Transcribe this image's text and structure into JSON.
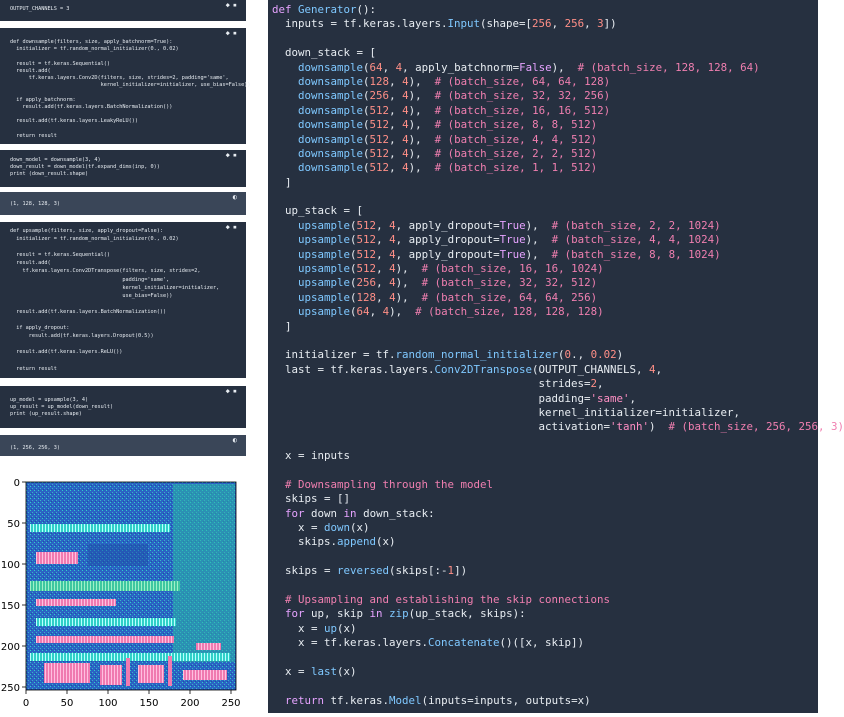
{
  "left_cells": [
    {
      "id": "cell1",
      "code": "OUTPUT_CHANNELS = 3",
      "icons": [
        "pin-icon",
        "fold-icon"
      ]
    },
    {
      "id": "cell2",
      "code": "def downsample(filters, size, apply_batchnorm=True):\n  initializer = tf.random_normal_initializer(0., 0.02)\n\n  result = tf.keras.Sequential()\n  result.add(\n      tf.keras.layers.Conv2D(filters, size, strides=2, padding='same',\n                             kernel_initializer=initializer, use_bias=False))\n\n  if apply_batchnorm:\n    result.add(tf.keras.layers.BatchNormalization())\n\n  result.add(tf.keras.layers.LeakyReLU())\n\n  return result",
      "icons": [
        "pin-icon",
        "fold-icon"
      ]
    },
    {
      "id": "cell3",
      "code": "down_model = downsample(3, 4)\ndown_result = down_model(tf.expand_dims(inp, 0))\nprint (down_result.shape)",
      "icons": [
        "pin-icon",
        "fold-icon"
      ]
    },
    {
      "id": "out1",
      "code": "(1, 128, 128, 3)",
      "icons": [
        "output-icon"
      ]
    },
    {
      "id": "cell4",
      "code": "def upsample(filters, size, apply_dropout=False):\n  initializer = tf.random_normal_initializer(0., 0.02)\n\n  result = tf.keras.Sequential()\n  result.add(\n    tf.keras.layers.Conv2DTranspose(filters, size, strides=2,\n                                    padding='same',\n                                    kernel_initializer=initializer,\n                                    use_bias=False))\n\n  result.add(tf.keras.layers.BatchNormalization())\n\n  if apply_dropout:\n      result.add(tf.keras.layers.Dropout(0.5))\n\n  result.add(tf.keras.layers.ReLU())\n\n  return result",
      "icons": [
        "pin-icon",
        "fold-icon"
      ]
    },
    {
      "id": "cell5",
      "code": "up_model = upsample(3, 4)\nup_result = up_model(down_result)\nprint (up_result.shape)",
      "icons": [
        "pin-icon",
        "fold-icon"
      ]
    },
    {
      "id": "out2",
      "code": "(1, 256, 256, 3)",
      "icons": [
        "output-icon"
      ]
    }
  ],
  "plot": {
    "x_ticks": [
      "0",
      "50",
      "100",
      "150",
      "200",
      "250"
    ],
    "y_ticks": [
      "0",
      "50",
      "100",
      "150",
      "200",
      "250"
    ],
    "colors": {
      "background": "#2f6fd1",
      "teal": "#2fd0c8",
      "pink": "#f07ab0",
      "green": "#3ec7a0"
    }
  },
  "right_code_lines": [
    "def Generator():",
    "  inputs = tf.keras.layers.Input(shape=[256, 256, 3])",
    "",
    "  down_stack = [",
    "    downsample(64, 4, apply_batchnorm=False),  # (batch_size, 128, 128, 64)",
    "    downsample(128, 4),  # (batch_size, 64, 64, 128)",
    "    downsample(256, 4),  # (batch_size, 32, 32, 256)",
    "    downsample(512, 4),  # (batch_size, 16, 16, 512)",
    "    downsample(512, 4),  # (batch_size, 8, 8, 512)",
    "    downsample(512, 4),  # (batch_size, 4, 4, 512)",
    "    downsample(512, 4),  # (batch_size, 2, 2, 512)",
    "    downsample(512, 4),  # (batch_size, 1, 1, 512)",
    "  ]",
    "",
    "  up_stack = [",
    "    upsample(512, 4, apply_dropout=True),  # (batch_size, 2, 2, 1024)",
    "    upsample(512, 4, apply_dropout=True),  # (batch_size, 4, 4, 1024)",
    "    upsample(512, 4, apply_dropout=True),  # (batch_size, 8, 8, 1024)",
    "    upsample(512, 4),  # (batch_size, 16, 16, 1024)",
    "    upsample(256, 4),  # (batch_size, 32, 32, 512)",
    "    upsample(128, 4),  # (batch_size, 64, 64, 256)",
    "    upsample(64, 4),  # (batch_size, 128, 128, 128)",
    "  ]",
    "",
    "  initializer = tf.random_normal_initializer(0., 0.02)",
    "  last = tf.keras.layers.Conv2DTranspose(OUTPUT_CHANNELS, 4,",
    "                                         strides=2,",
    "                                         padding='same',",
    "                                         kernel_initializer=initializer,",
    "                                         activation='tanh')  # (batch_size, 256, 256, 3)",
    "",
    "  x = inputs",
    "",
    "  # Downsampling through the model",
    "  skips = []",
    "  for down in down_stack:",
    "    x = down(x)",
    "    skips.append(x)",
    "",
    "  skips = reversed(skips[:-1])",
    "",
    "  # Upsampling and establishing the skip connections",
    "  for up, skip in zip(up_stack, skips):",
    "    x = up(x)",
    "    x = tf.keras.layers.Concatenate()([x, skip])",
    "",
    "  x = last(x)",
    "",
    "  return tf.keras.Model(inputs=inputs, outputs=x)"
  ]
}
